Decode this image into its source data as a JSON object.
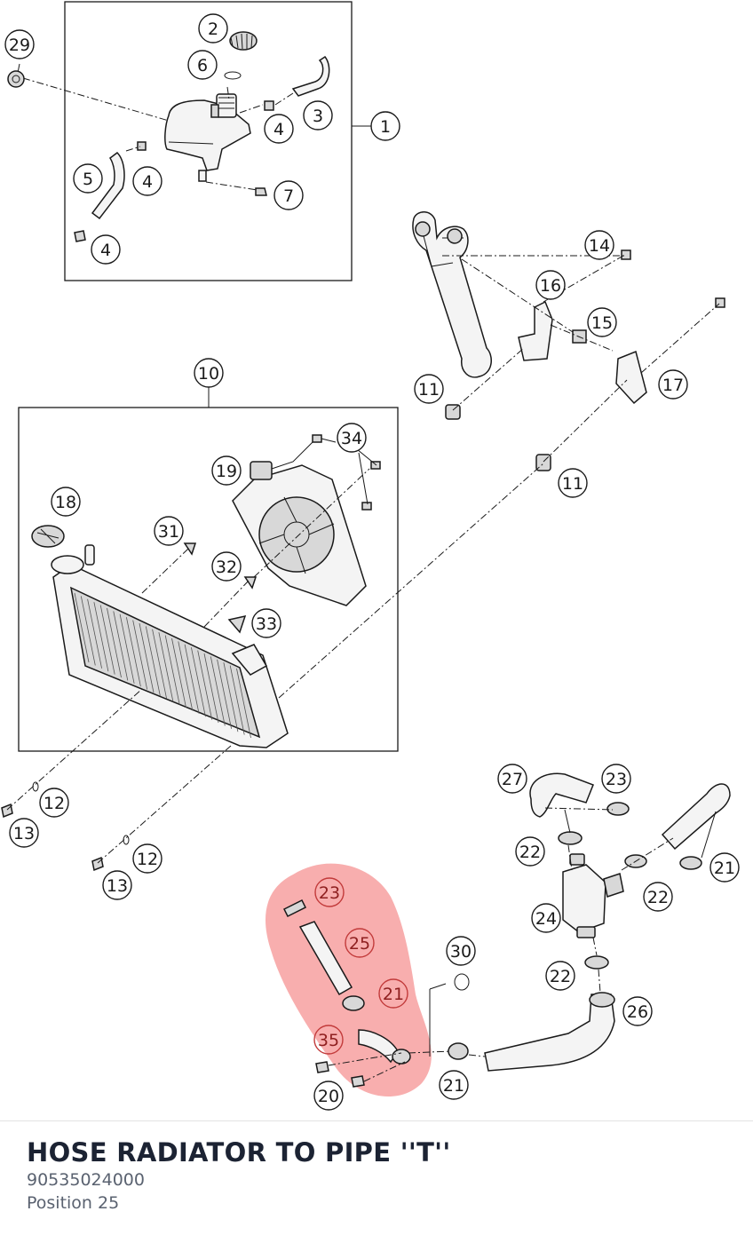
{
  "part": {
    "title": "HOSE RADIATOR TO PIPE ''T''",
    "number": "90535024000",
    "position": "Position 25"
  },
  "highlight_color": "#f26b6b",
  "callouts": [
    {
      "id": "c29",
      "label": "29"
    },
    {
      "id": "c2",
      "label": "2"
    },
    {
      "id": "c6",
      "label": "6"
    },
    {
      "id": "c3",
      "label": "3"
    },
    {
      "id": "c4a",
      "label": "4"
    },
    {
      "id": "c1",
      "label": "1"
    },
    {
      "id": "c5",
      "label": "5"
    },
    {
      "id": "c4b",
      "label": "4"
    },
    {
      "id": "c7",
      "label": "7"
    },
    {
      "id": "c4c",
      "label": "4"
    },
    {
      "id": "c14",
      "label": "14"
    },
    {
      "id": "c16",
      "label": "16"
    },
    {
      "id": "c15",
      "label": "15"
    },
    {
      "id": "c17",
      "label": "17"
    },
    {
      "id": "c11a",
      "label": "11"
    },
    {
      "id": "c10",
      "label": "10"
    },
    {
      "id": "c34",
      "label": "34"
    },
    {
      "id": "c19",
      "label": "19"
    },
    {
      "id": "c11b",
      "label": "11"
    },
    {
      "id": "c18",
      "label": "18"
    },
    {
      "id": "c31",
      "label": "31"
    },
    {
      "id": "c32",
      "label": "32"
    },
    {
      "id": "c33",
      "label": "33"
    },
    {
      "id": "c12a",
      "label": "12"
    },
    {
      "id": "c13a",
      "label": "13"
    },
    {
      "id": "c12b",
      "label": "12"
    },
    {
      "id": "c13b",
      "label": "13"
    },
    {
      "id": "c27",
      "label": "27"
    },
    {
      "id": "c23a",
      "label": "23"
    },
    {
      "id": "c22a",
      "label": "22"
    },
    {
      "id": "c21a",
      "label": "21"
    },
    {
      "id": "c22b",
      "label": "22"
    },
    {
      "id": "c24",
      "label": "24"
    },
    {
      "id": "c22c",
      "label": "22"
    },
    {
      "id": "c26",
      "label": "26"
    },
    {
      "id": "c30",
      "label": "30"
    },
    {
      "id": "c23b",
      "label": "23"
    },
    {
      "id": "c25",
      "label": "25"
    },
    {
      "id": "c21b",
      "label": "21"
    },
    {
      "id": "c35",
      "label": "35"
    },
    {
      "id": "c20",
      "label": "20"
    },
    {
      "id": "c21c",
      "label": "21"
    }
  ],
  "highlighted_callouts": [
    "c23b",
    "c25",
    "c21b",
    "c35"
  ]
}
